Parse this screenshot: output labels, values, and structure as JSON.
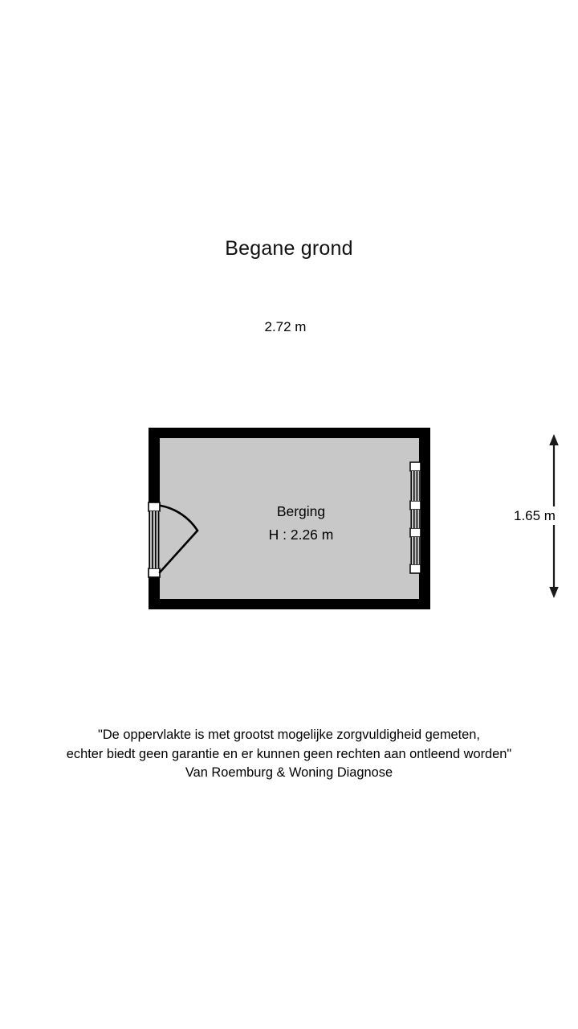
{
  "page": {
    "title": "Begane grond",
    "background_color": "#ffffff",
    "line_color": "#000000",
    "room_fill_color": "#c8c8c8",
    "wall_color": "#000000"
  },
  "dimensions": {
    "width": {
      "label": "2.72 m",
      "value": 2.72,
      "unit": "m",
      "orientation": "horizontal"
    },
    "height": {
      "label": "1.65 m",
      "value": 1.65,
      "unit": "m",
      "orientation": "vertical"
    }
  },
  "rooms": [
    {
      "name": "Berging",
      "height_label": "H : 2.26 m",
      "ceiling_height": 2.26,
      "unit": "m"
    }
  ],
  "openings": [
    {
      "type": "door",
      "wall": "left",
      "swing": "inward-up",
      "hinge": "bottom"
    },
    {
      "type": "window",
      "wall": "right",
      "panels": 2
    }
  ],
  "disclaimer": {
    "line1": "\"De oppervlakte is met grootst mogelijke zorgvuldigheid gemeten,",
    "line2": "echter biedt geen garantie en er kunnen geen rechten aan ontleend worden\"",
    "line3": "Van Roemburg & Woning Diagnose"
  }
}
